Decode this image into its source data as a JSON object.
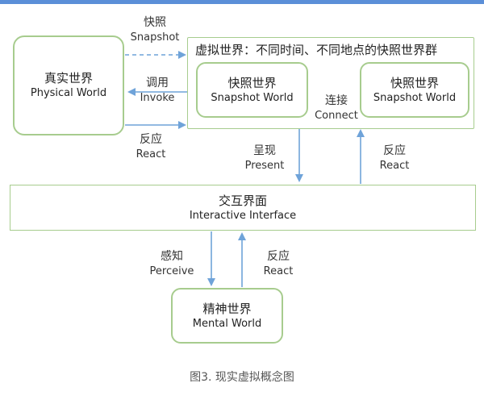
{
  "physical_world": {
    "zh": "真实世界",
    "en": "Physical World"
  },
  "virtual_world": {
    "title": "虚拟世界：不同时间、不同地点的快照世界群"
  },
  "snapshot_world_1": {
    "zh": "快照世界",
    "en": "Snapshot World"
  },
  "snapshot_world_2": {
    "zh": "快照世界",
    "en": "Snapshot World"
  },
  "interactive_interface": {
    "zh": "交互界面",
    "en": "Interactive Interface"
  },
  "mental_world": {
    "zh": "精神世界",
    "en": "Mental World"
  },
  "edges": {
    "snapshot": {
      "zh": "快照",
      "en": "Snapshot"
    },
    "invoke": {
      "zh": "调用",
      "en": "Invoke"
    },
    "react_top": {
      "zh": "反应",
      "en": "React"
    },
    "connect": {
      "zh": "连接",
      "en": "Connect"
    },
    "present": {
      "zh": "呈现",
      "en": "Present"
    },
    "react_right": {
      "zh": "反应",
      "en": "React"
    },
    "perceive": {
      "zh": "感知",
      "en": "Perceive"
    },
    "react_bottom": {
      "zh": "反应",
      "en": "React"
    }
  },
  "colors": {
    "box_border": "#a7cc8e",
    "arrow": "#6fa3d9",
    "top_bar": "#5b8fd8"
  },
  "caption": "图3. 现实虚拟概念图"
}
